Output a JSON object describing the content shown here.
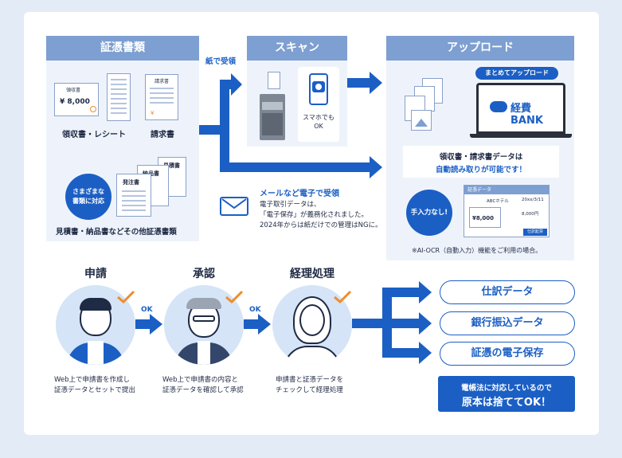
{
  "vouchers": {
    "title": "証憑書類",
    "receipt_doc_title": "領収書",
    "receipt_amount": "¥ 8,000",
    "invoice_doc_title": "請求書",
    "receipt_label": "領収書・レシート",
    "invoice_label": "請求書",
    "badge_line1": "さまざまな",
    "badge_line2": "書類に対応",
    "estimate_doc": "見積書",
    "delivery_doc": "納品書",
    "order_doc": "発注書",
    "other_label": "見積書・納品書などその他証憑書類"
  },
  "paper_label": "紙で受領",
  "scan": {
    "title": "スキャン",
    "phone_line1": "スマホでも",
    "phone_line2": "OK"
  },
  "upload": {
    "title": "アップロード",
    "bulk_label": "まとめてアップロード",
    "brand": "経費BANK",
    "auto_line1": "領収書・請求書データは",
    "auto_line2": "自動読み取りが可能です！",
    "manual_badge": "手入力なし!",
    "form_title": "証憑データ",
    "form_vendor": "ABCホテル",
    "form_date": "20xx/3/11",
    "form_amount": "8,000円",
    "form_receipt_amount": "¥8,000",
    "form_button": "仕訳起票",
    "note": "※AI-OCR（自動入力）機能をご利用の場合。"
  },
  "email": {
    "title": "メールなど電子で受領",
    "line1": "電子取引データは、",
    "line2": "「電子保存」が義務化されました。",
    "line3": "2024年からは紙だけでの管理はNGに。"
  },
  "flow": {
    "steps": [
      {
        "title": "申請",
        "desc1": "Web上で申請書を作成し",
        "desc2": "証憑データとセットで提出"
      },
      {
        "title": "承認",
        "desc1": "Web上で申請書の内容と",
        "desc2": "証憑データを確認して承認"
      },
      {
        "title": "経理処理",
        "desc1": "申請書と証憑データを",
        "desc2": "チェックして経理処理"
      }
    ],
    "ok1": "OK",
    "ok2": "OK"
  },
  "outputs": [
    "仕訳データ",
    "銀行振込データ",
    "証憑の電子保存"
  ],
  "cta": {
    "line1": "電帳法に対応しているので",
    "line2": "原本は捨ててOK！"
  },
  "colors": {
    "primary": "#1b5fc4",
    "panel_header": "#7d9fd1",
    "panel_bg": "#eef3fb",
    "page_bg": "#e3ebf6",
    "check": "#f08c2a"
  }
}
